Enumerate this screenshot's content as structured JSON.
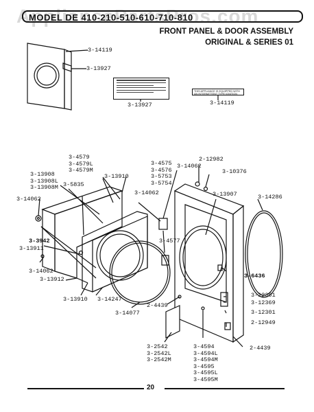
{
  "watermark": "AppliancePartsPros.com",
  "header": {
    "model_text": "MODEL DE 410-210-510-610-710-810",
    "title_line1": "FRONT PANEL & DOOR ASSEMBLY",
    "title_line2": "ORIGINAL & SERIES 01"
  },
  "notice": {
    "text": "THIS APPLIANCE IS EQUIPPED WITH AN INTERMITTENT TYPE IGNITION DEVICE"
  },
  "parts": {
    "p14119_top": "3-14119",
    "p13927_top": "3-13927",
    "p13927_label": "3-13927",
    "p14119_label": "3-14119",
    "p4579_stack": [
      "3-4579",
      "3-4579L",
      "3-4579M"
    ],
    "p13908_stack": [
      "3-13908",
      "3-13908L",
      "3-13908M"
    ],
    "p5835": "3-5835",
    "p13910_top": "3-13910",
    "p14062_left": "3-14062",
    "p3942": "3-3942",
    "p13911": "3-13911",
    "p14062_lower": "3-14062",
    "p13912": "3-13912",
    "p13910_bottom": "3-13910",
    "p14247": "3-14247",
    "p14077": "3-14077",
    "p4575_stack": [
      "3-4575",
      "3-4576",
      "3-5753",
      "3-5754"
    ],
    "p14062_mid": "3-14062",
    "p14062_center": "3-14062",
    "p12982": "2-12982",
    "p10376": "3-10376",
    "p13907": "3-13907",
    "p14286": "3-14286",
    "p4577": "3-4577",
    "p6436": "3-6436",
    "p12301_a": "3-12301",
    "p12369": "3-12369",
    "p12301_b": "3-12301",
    "p12949": "2-12949",
    "p4439_left": "2-4439",
    "p4439_right": "2-4439",
    "p2542_stack": [
      "3-2542",
      "3-2542L",
      "3-2542M"
    ],
    "p4594_stack": [
      "3-4594",
      "3-4594L",
      "3-4594M",
      "3-4595",
      "3-4595L",
      "3-4595M"
    ]
  },
  "footer": {
    "page_number": "20"
  }
}
